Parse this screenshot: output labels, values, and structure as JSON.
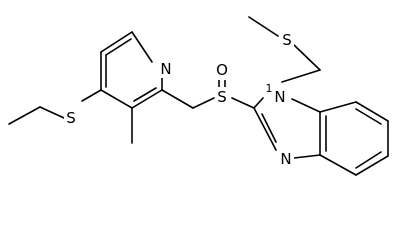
{
  "diagram": {
    "kind": "chemical-structure",
    "atoms": [
      {
        "id": "n-pyridine",
        "element": "N",
        "label": "N"
      },
      {
        "id": "s-ethylthio",
        "element": "S",
        "label": "S"
      },
      {
        "id": "s-sulfinyl",
        "element": "S",
        "label": "S"
      },
      {
        "id": "o-sulfinyl",
        "element": "O",
        "label": "O"
      },
      {
        "id": "s-methylthio",
        "element": "S",
        "label": "S"
      },
      {
        "id": "n1-benzimidazole",
        "element": "N",
        "label": "N",
        "subscript": "1"
      },
      {
        "id": "n3-benzimidazole",
        "element": "N",
        "label": "N"
      }
    ]
  },
  "colors": {
    "bond": "#000000",
    "background": "#ffffff"
  }
}
